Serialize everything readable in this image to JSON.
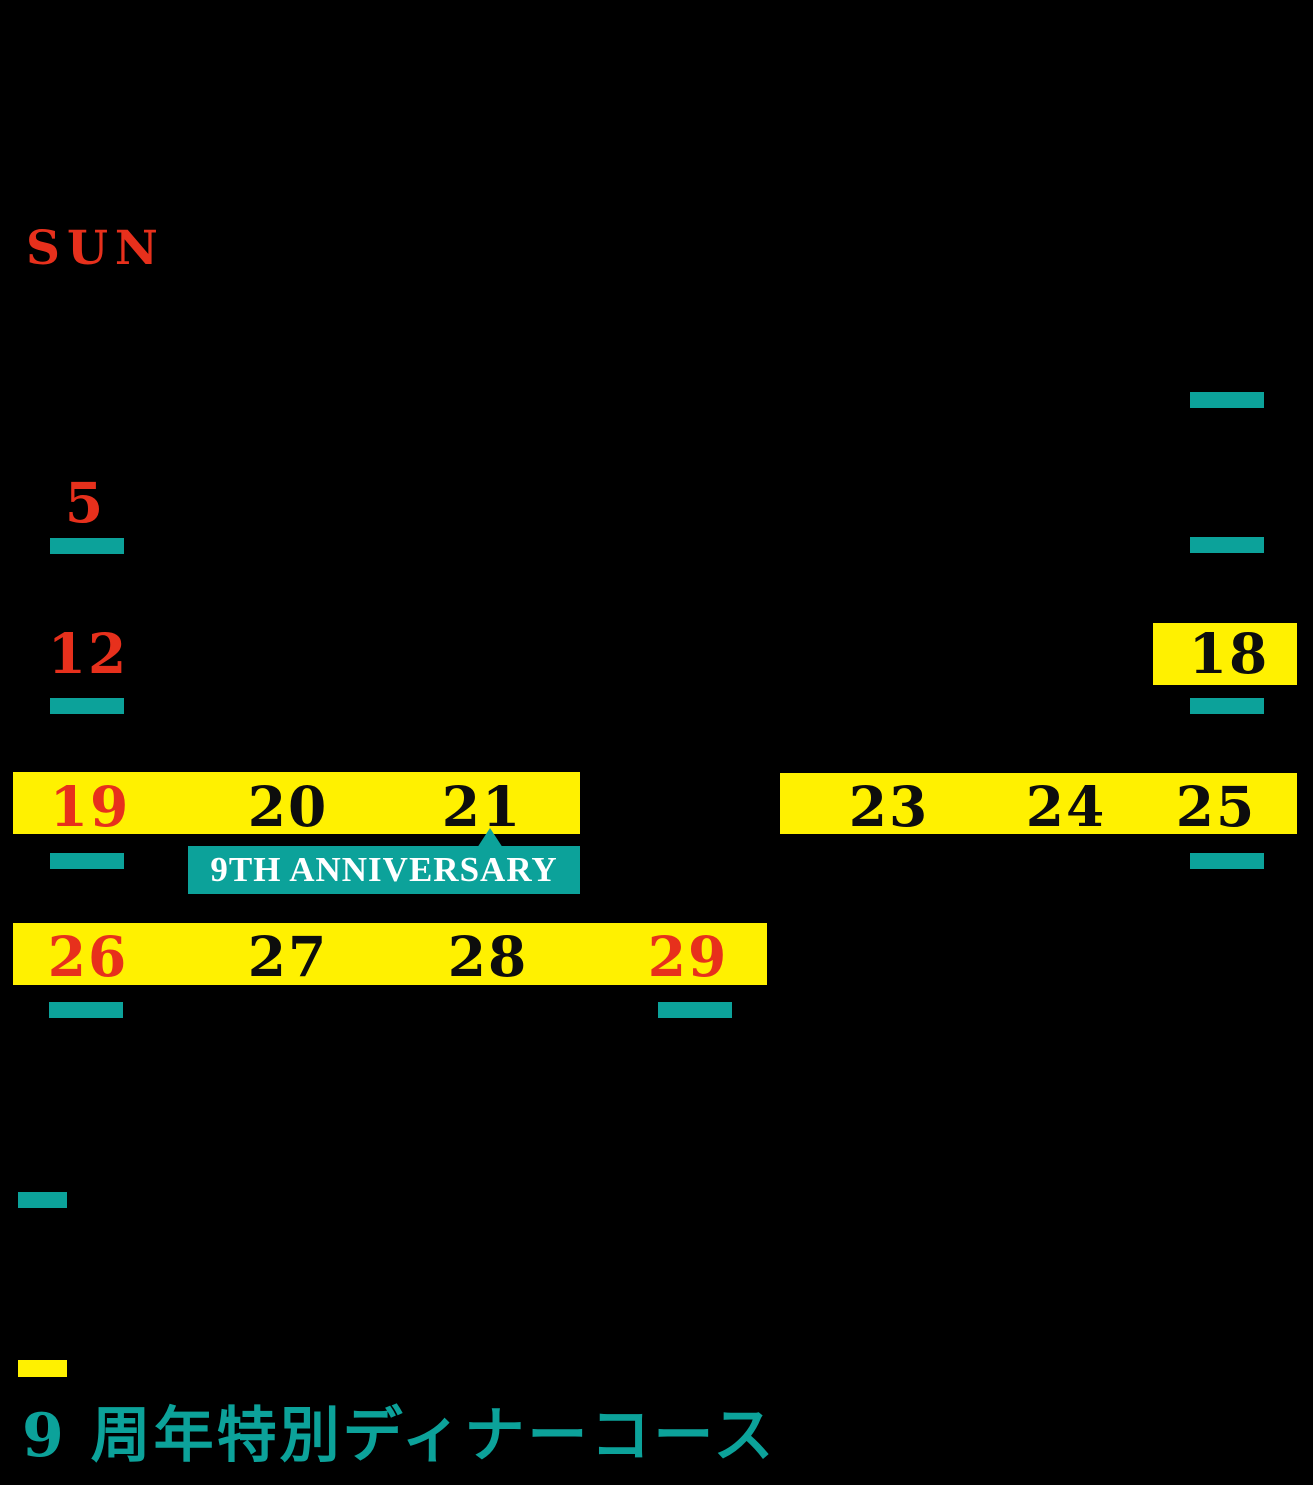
{
  "colors": {
    "background": "#000000",
    "red": "#e7301c",
    "yellow": "#fff100",
    "teal": "#0ca29a",
    "day_black": "#0d0d0d",
    "white": "#ffffff"
  },
  "calendar": {
    "weekday_header": {
      "sun": "SUN"
    },
    "days": {
      "d5": {
        "label": "5"
      },
      "d12": {
        "label": "12"
      },
      "d18": {
        "label": "18"
      },
      "d19": {
        "label": "19"
      },
      "d20": {
        "label": "20"
      },
      "d21": {
        "label": "21"
      },
      "d23": {
        "label": "23"
      },
      "d24": {
        "label": "24"
      },
      "d25": {
        "label": "25"
      },
      "d26": {
        "label": "26"
      },
      "d27": {
        "label": "27"
      },
      "d28": {
        "label": "28"
      },
      "d29": {
        "label": "29"
      }
    },
    "anniversary_banner": {
      "label": "9TH ANNIVERSARY"
    }
  },
  "footer": {
    "title": "9 周年特別ディナーコース"
  }
}
